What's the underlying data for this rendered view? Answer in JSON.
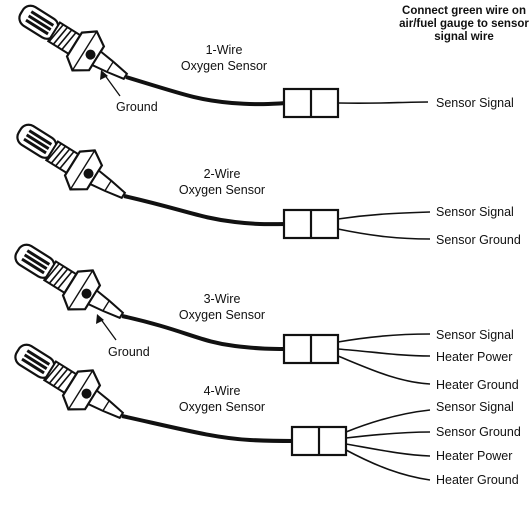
{
  "note": {
    "lines": [
      "Connect green wire on",
      "air/fuel gauge to sensor",
      "signal wire"
    ]
  },
  "sensors": [
    {
      "title_line1": "1-Wire",
      "title_line2": "Oxygen Sensor",
      "ground_label": "Ground",
      "wire_labels": [
        "Sensor Signal"
      ]
    },
    {
      "title_line1": "2-Wire",
      "title_line2": "Oxygen Sensor",
      "ground_label": "",
      "wire_labels": [
        "Sensor Signal",
        "Sensor Ground"
      ]
    },
    {
      "title_line1": "3-Wire",
      "title_line2": "Oxygen Sensor",
      "ground_label": "Ground",
      "wire_labels": [
        "Sensor Signal",
        "Heater Power",
        "Heater Ground"
      ]
    },
    {
      "title_line1": "4-Wire",
      "title_line2": "Oxygen Sensor",
      "ground_label": "",
      "wire_labels": [
        "Sensor Signal",
        "Sensor Ground",
        "Heater Power",
        "Heater Ground"
      ]
    }
  ],
  "colors": {
    "ink": "#111111",
    "background": "#ffffff"
  }
}
